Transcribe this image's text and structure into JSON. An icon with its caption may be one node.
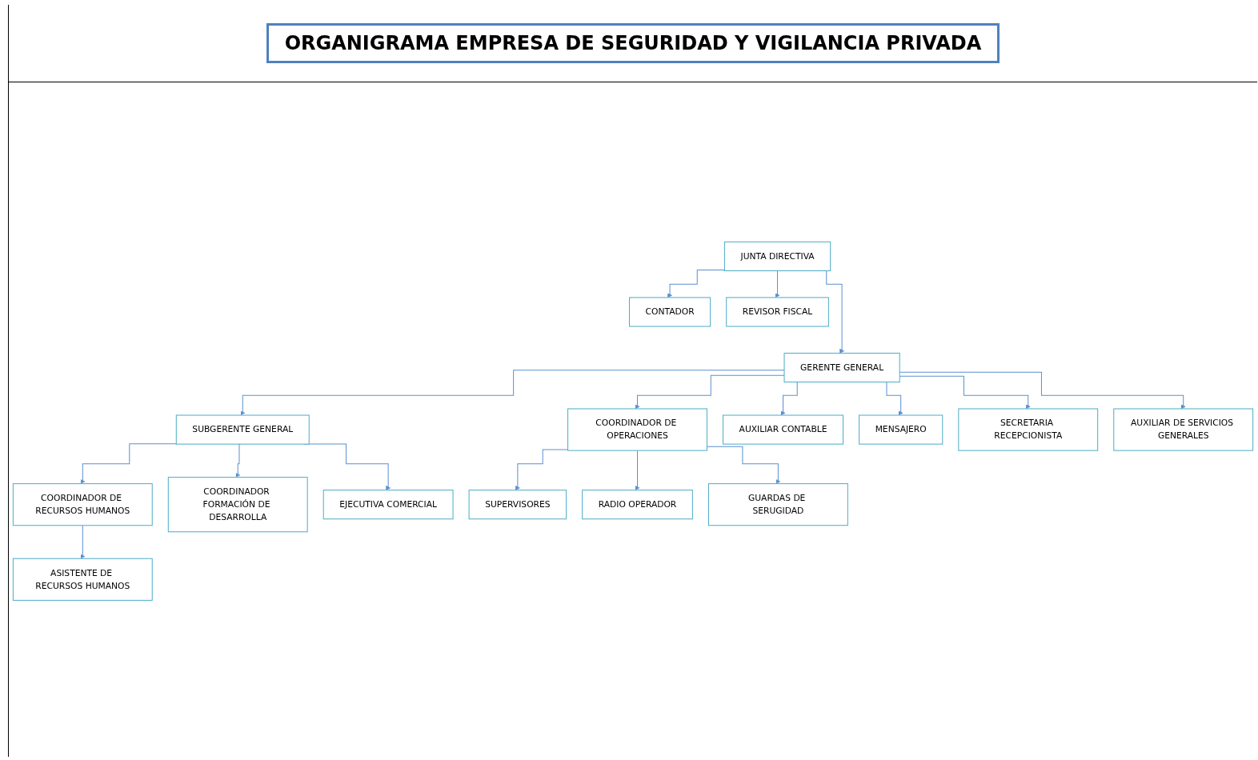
{
  "diagram": {
    "title": "ORGANIGRAMA EMPRESA DE SEGURIDAD Y VIGILANCIA PRIVADA",
    "nodes": [
      {
        "text": [
          "JUNTA DIRECTIVA"
        ]
      },
      {
        "text": [
          "CONTADOR"
        ]
      },
      {
        "text": [
          "REVISOR FISCAL"
        ]
      },
      {
        "text": [
          "GERENTE GENERAL"
        ]
      },
      {
        "text": [
          "SUBGERENTE GENERAL"
        ]
      },
      {
        "text": [
          "COORDINADOR DE OPERACIONES"
        ]
      },
      {
        "text": [
          "COORDINADOR DE RECURSOS HUMANOS"
        ]
      },
      {
        "text": [
          "COORDINADOR FORMACIÓN DE DESARROLLA"
        ]
      },
      {
        "text": [
          "EJECUTIVA COMERCIAL"
        ]
      },
      {
        "text": [
          "SUPERVISORES"
        ]
      },
      {
        "text": [
          "RADIO OPERADOR"
        ]
      },
      {
        "text": [
          "GUARDAS DE SERUGIDAD"
        ]
      },
      {
        "text": [
          "ASISTENTE DE RECURSOS HUMANOS"
        ]
      },
      {
        "text": [
          "AUXILIAR CONTABLE"
        ]
      },
      {
        "text": [
          "MENSAJERO"
        ]
      },
      {
        "text": [
          "SECRETARIA RECEPCIONISTA"
        ]
      },
      {
        "text": [
          "AUXILIAR DE SERVICIOS GENERALES"
        ]
      }
    ],
    "edges": [
      {
        "from": 0,
        "to": 1,
        "arrow": "to"
      },
      {
        "from": 0,
        "to": 2,
        "arrow": "to"
      },
      {
        "from": 0,
        "to": 3,
        "arrow": "to"
      },
      {
        "from": 3,
        "to": 5,
        "arrow": "to"
      },
      {
        "from": 3,
        "to": 4,
        "arrow": "to"
      },
      {
        "from": 3,
        "to": 13,
        "arrow": "to"
      },
      {
        "from": 3,
        "to": 14,
        "arrow": "to"
      },
      {
        "from": 3,
        "to": 15,
        "arrow": "to"
      },
      {
        "from": 3,
        "to": 16,
        "arrow": "to"
      },
      {
        "from": 4,
        "to": 6,
        "arrow": "to"
      },
      {
        "from": 4,
        "to": 7,
        "arrow": "to"
      },
      {
        "from": 4,
        "to": 8,
        "arrow": "to"
      },
      {
        "from": 5,
        "to": 9,
        "arrow": "to"
      },
      {
        "from": 5,
        "to": 10,
        "arrow": "to"
      },
      {
        "from": 5,
        "to": 11,
        "arrow": "to"
      },
      {
        "from": 6,
        "to": 12,
        "arrow": "to"
      }
    ]
  }
}
